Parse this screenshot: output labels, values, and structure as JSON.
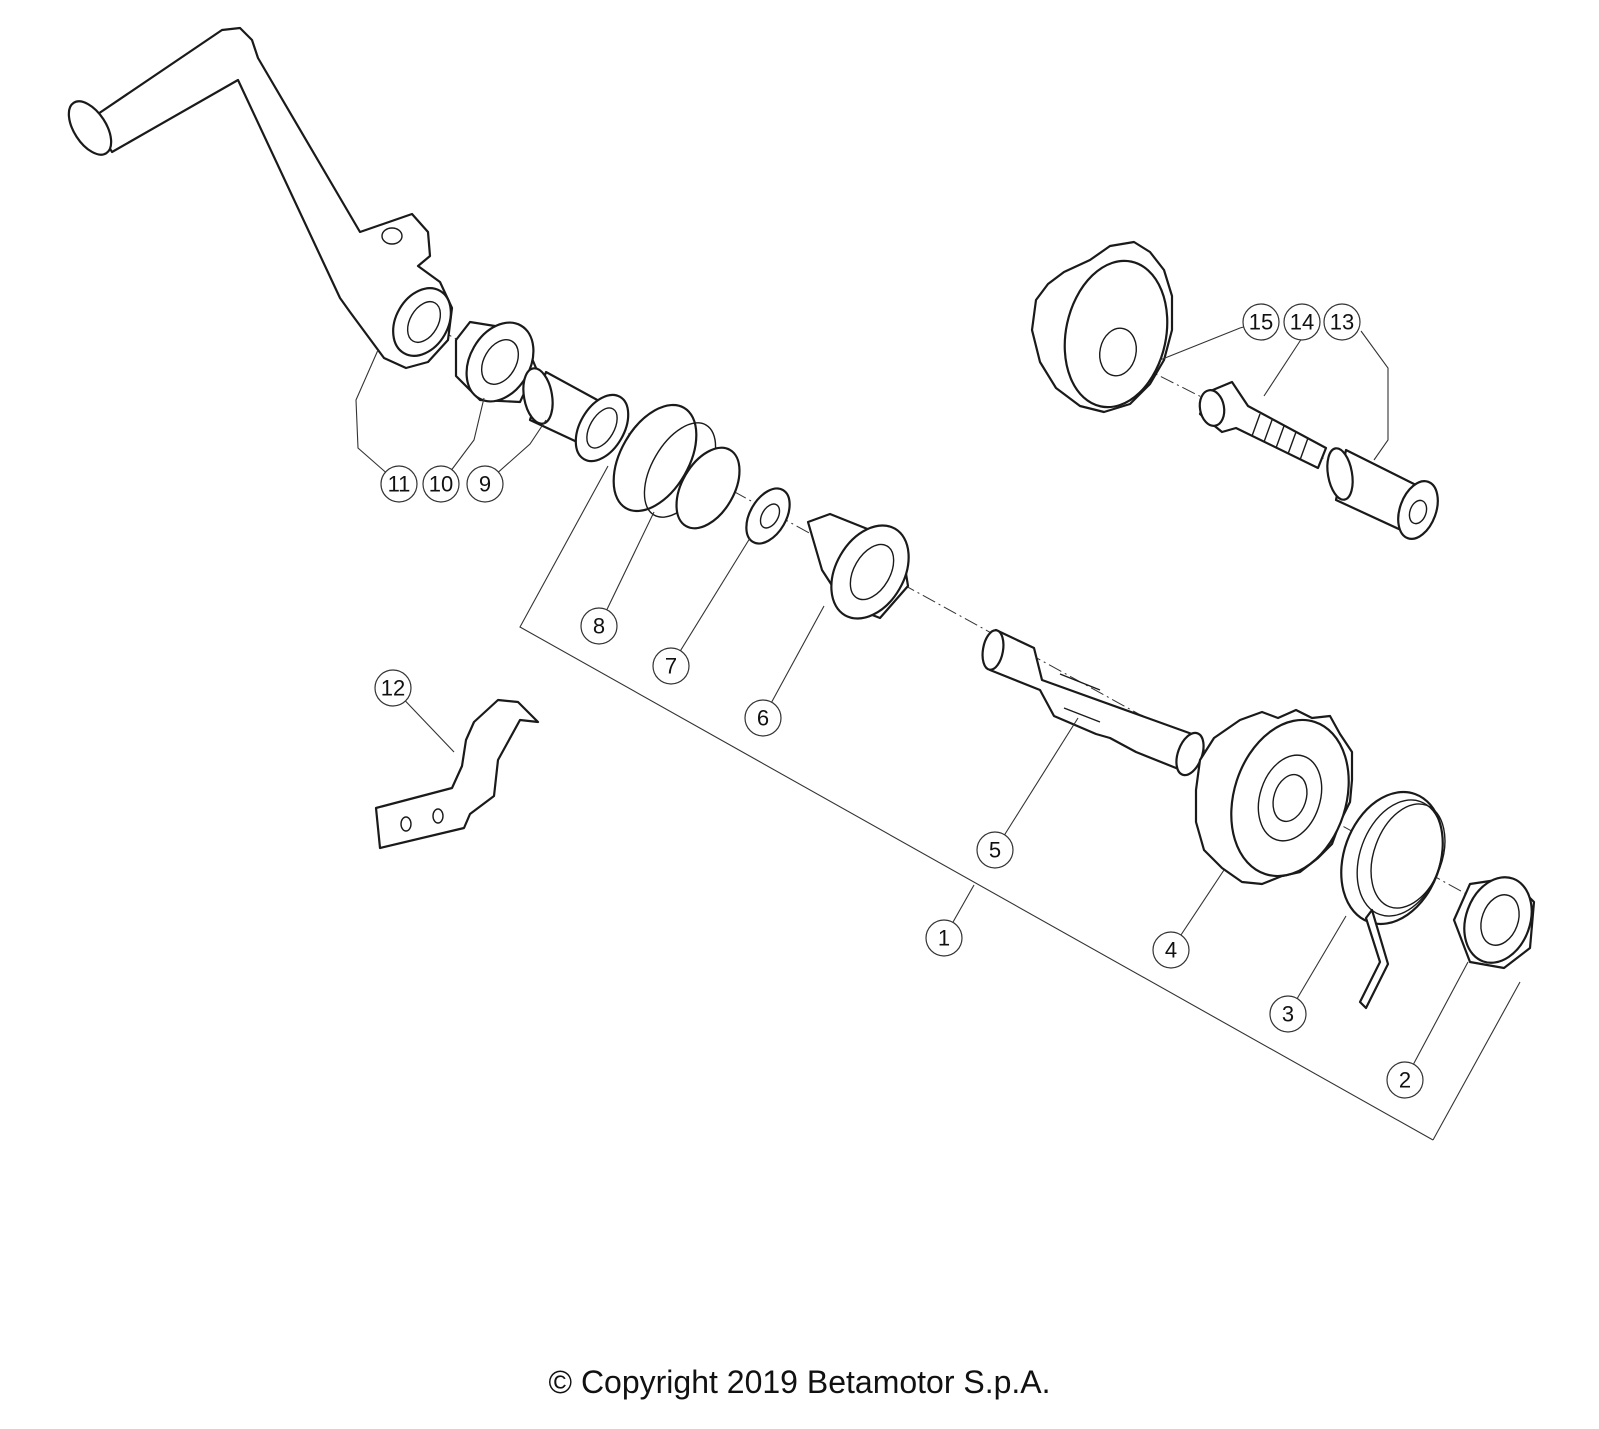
{
  "copyright": "© Copyright 2019 Betamotor S.p.A.",
  "callouts": [
    {
      "id": "callout-1",
      "label": "1"
    },
    {
      "id": "callout-2",
      "label": "2"
    },
    {
      "id": "callout-3",
      "label": "3"
    },
    {
      "id": "callout-4",
      "label": "4"
    },
    {
      "id": "callout-5",
      "label": "5"
    },
    {
      "id": "callout-6",
      "label": "6"
    },
    {
      "id": "callout-7",
      "label": "7"
    },
    {
      "id": "callout-8",
      "label": "8"
    },
    {
      "id": "callout-9",
      "label": "9"
    },
    {
      "id": "callout-10",
      "label": "10"
    },
    {
      "id": "callout-11",
      "label": "11"
    },
    {
      "id": "callout-12",
      "label": "12"
    },
    {
      "id": "callout-13",
      "label": "13"
    },
    {
      "id": "callout-14",
      "label": "14"
    },
    {
      "id": "callout-15",
      "label": "15"
    }
  ]
}
